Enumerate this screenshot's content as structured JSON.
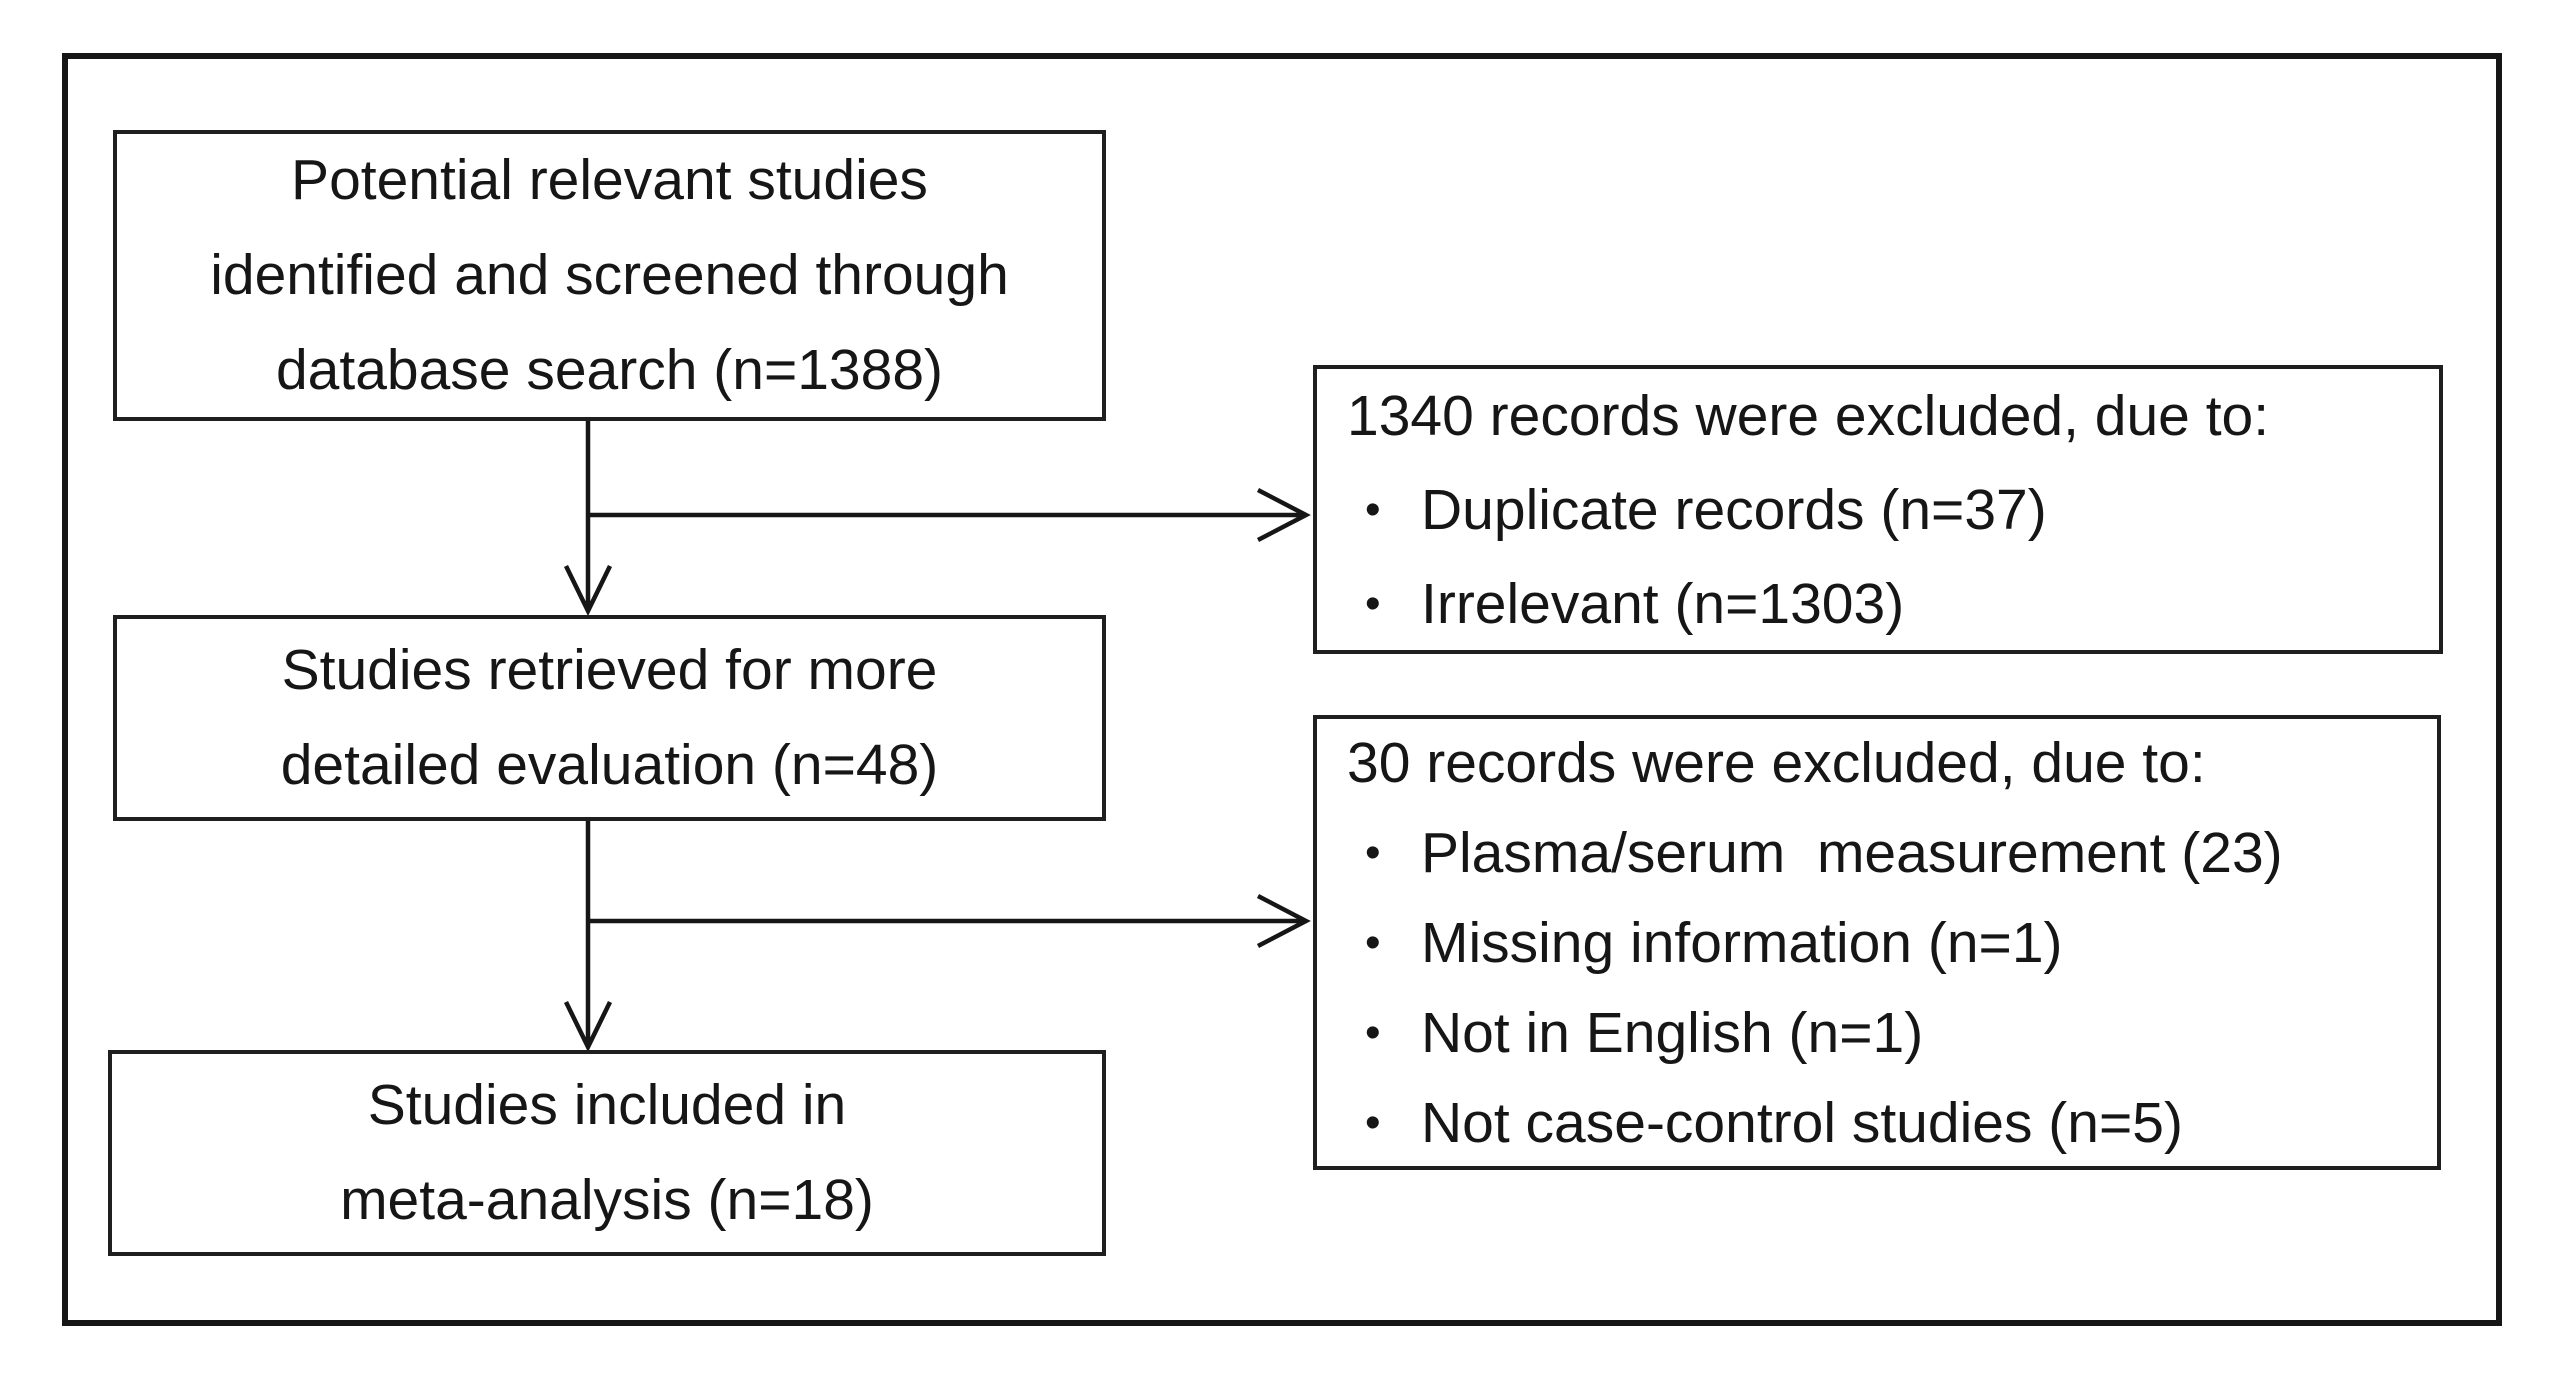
{
  "diagram": {
    "bullet_glyph": "•",
    "colors": {
      "ink": "#161616",
      "background": "#ffffff"
    },
    "boxes": {
      "identified": {
        "lines": [
          "Potential relevant studies",
          "identified and screened through",
          "database search (n=1388)"
        ]
      },
      "excluded_screening": {
        "title": "1340 records were excluded, due to:",
        "bullets": [
          "Duplicate records (n=37)",
          "Irrelevant (n=1303)"
        ]
      },
      "retrieved": {
        "lines": [
          "Studies retrieved for more",
          "detailed evaluation (n=48)"
        ]
      },
      "excluded_evaluation": {
        "title": "30 records were excluded, due to:",
        "bullets": [
          "Plasma/serum  measurement (23)",
          "Missing information (n=1)",
          "Not in English (n=1)",
          "Not case-control studies (n=5)"
        ]
      },
      "included": {
        "lines": [
          "Studies included in",
          "meta-analysis (n=18)"
        ]
      }
    }
  }
}
